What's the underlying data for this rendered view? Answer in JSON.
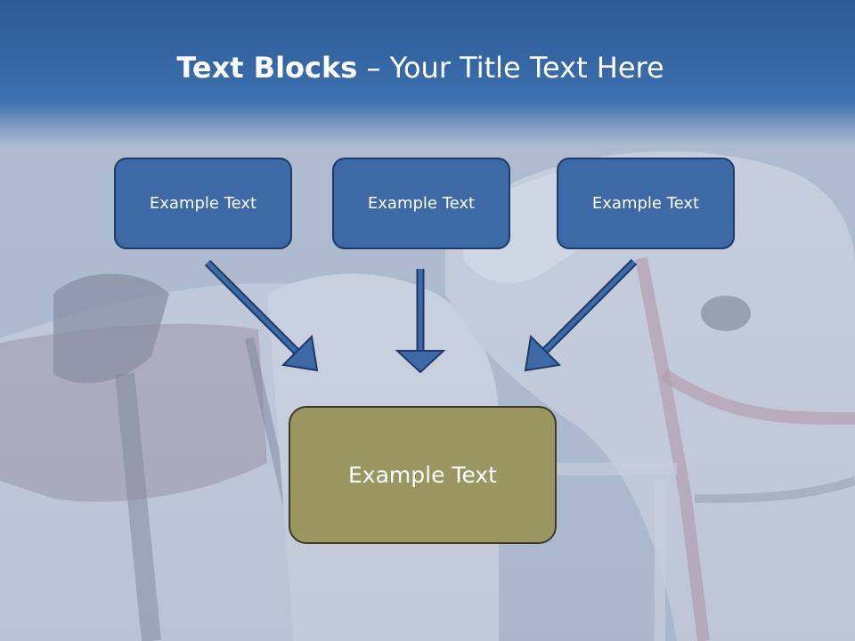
{
  "title": {
    "bold": "Text Blocks",
    "rest": " – Your Title Text Here"
  },
  "blocks": {
    "top_left": "Example Text",
    "top_center": "Example Text",
    "top_right": "Example Text",
    "bottom": "Example Text"
  },
  "colors": {
    "header_blue": "#3668a6",
    "box_blue": "#3d6aa6",
    "box_olive": "#9a9662",
    "arrow_blue": "#3d6aa6"
  },
  "icons": {
    "arrow_left": "arrow-down-right-icon",
    "arrow_center": "arrow-down-icon",
    "arrow_right": "arrow-down-left-icon"
  }
}
